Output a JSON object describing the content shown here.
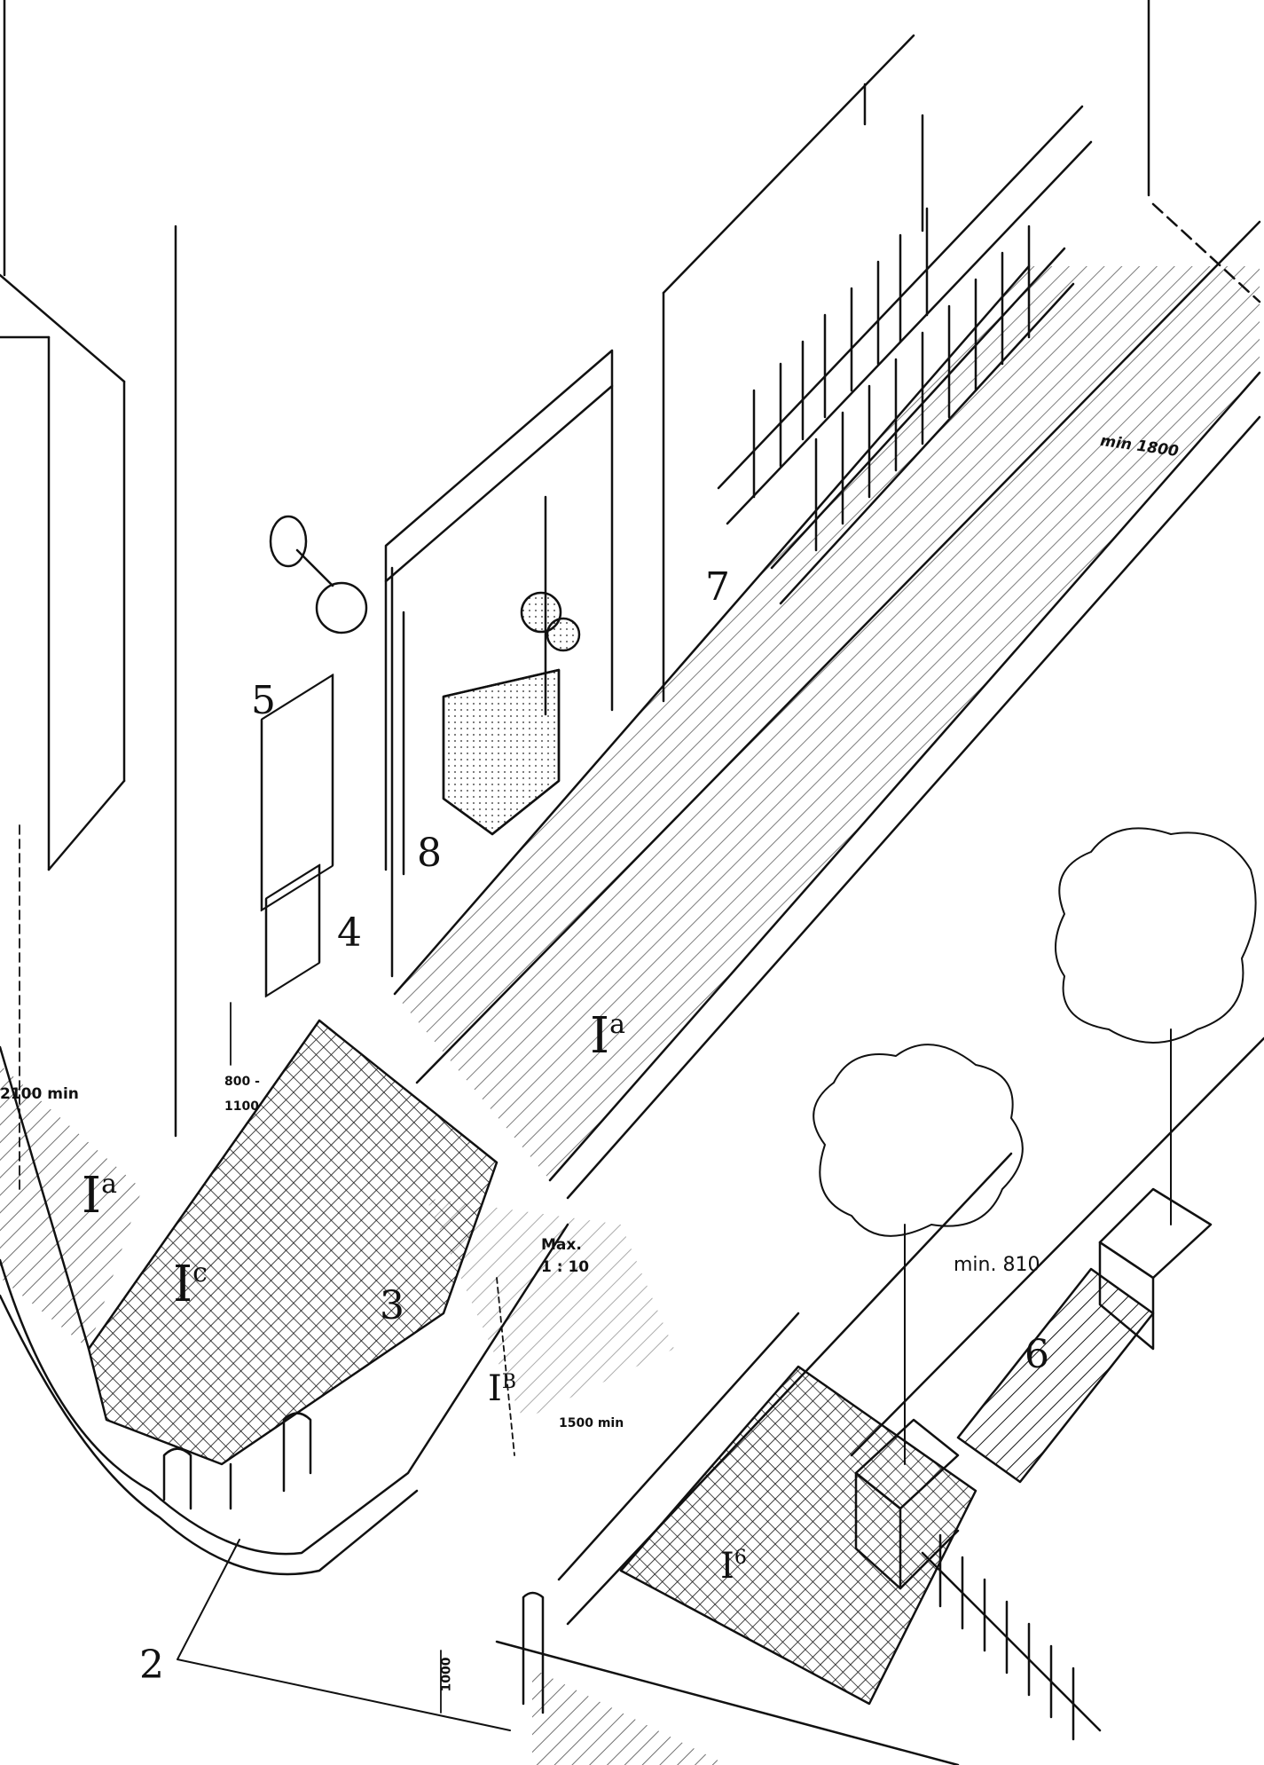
{
  "callouts": {
    "n2": "2",
    "n3": "3",
    "n4": "4",
    "n5": "5",
    "n6": "6",
    "n7": "7",
    "n8": "8"
  },
  "zones": {
    "ia_main": {
      "base": "I",
      "sup": "a"
    },
    "ia_left": {
      "base": "I",
      "sup": "a"
    },
    "ic": {
      "base": "I",
      "sup": "c"
    },
    "ib": {
      "base": "I",
      "sup": "B"
    },
    "i6": {
      "base": "I",
      "sup": "6"
    }
  },
  "dimensions": {
    "min_1800": "min 1800",
    "min_2100": "2100 min",
    "height_800_1100_top": "800 -",
    "height_800_1100_bottom": "1100",
    "max_slope_top": "Max.",
    "max_slope_bottom": "1 : 10",
    "min_1500": "1500 min",
    "min_810": "min. 810",
    "height_1000": "1000"
  },
  "colors": {
    "ink": "#111111",
    "paper": "#ffffff"
  }
}
